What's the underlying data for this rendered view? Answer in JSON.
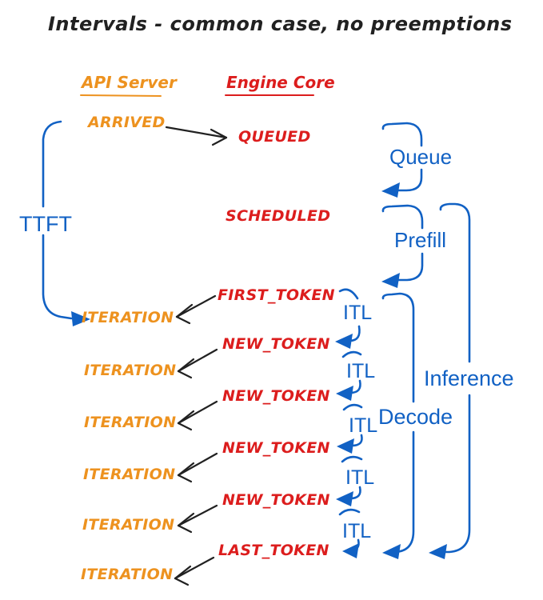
{
  "title": "Intervals - common case, no preemptions",
  "columns": {
    "api_server": "API Server",
    "engine_core": "Engine Core"
  },
  "events": {
    "arrived": "ARRIVED",
    "queued": "QUEUED",
    "scheduled": "SCHEDULED",
    "first_token": "FIRST_TOKEN",
    "new_token": "NEW_TOKEN",
    "last_token": "LAST_TOKEN",
    "iteration": "ITERATION"
  },
  "intervals": {
    "ttft": "TTFT",
    "queue": "Queue",
    "prefill": "Prefill",
    "itl": "ITL",
    "decode": "Decode",
    "inference": "Inference"
  },
  "colors": {
    "api_server": "#ED921F",
    "engine_core": "#DC1D1D",
    "interval": "#1161C4",
    "arrow": "#212121"
  }
}
